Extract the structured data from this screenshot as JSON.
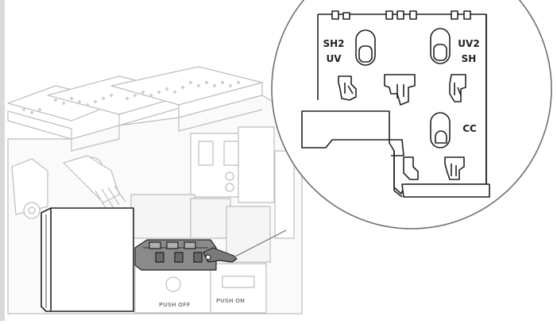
{
  "figure": {
    "accent": "#6f6f6f",
    "line_color": "#222222",
    "fill_color": "#ffffff",
    "background_line_color": "#bdbdbd"
  },
  "callout": {
    "slot_labels": {
      "sh2": "SH2",
      "uv": "UV",
      "uv2": "UV2",
      "sh": "SH",
      "cc": "CC"
    }
  },
  "breaker": {
    "button_labels": {
      "push_off": "PUSH OFF",
      "push_on": "PUSH ON"
    }
  }
}
